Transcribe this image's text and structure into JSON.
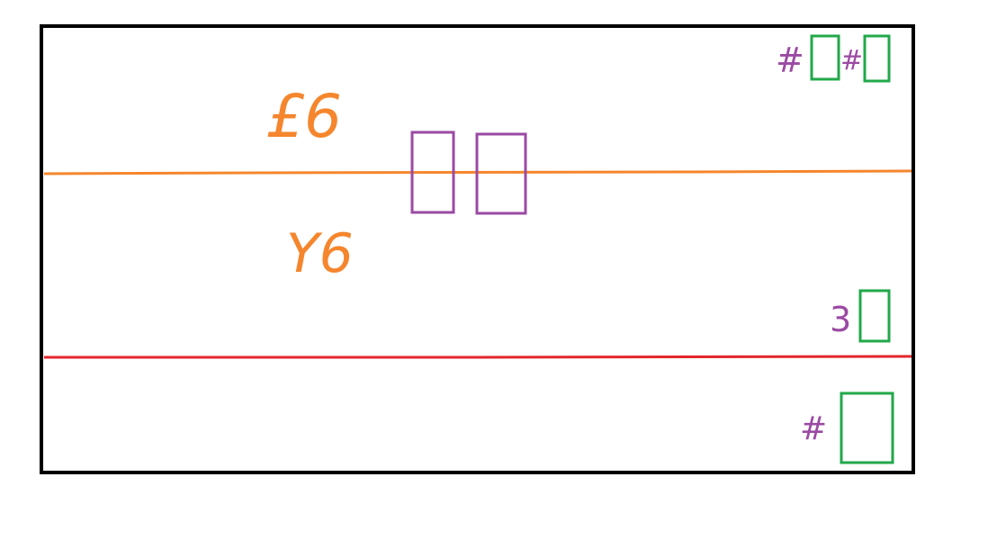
{
  "labels": {
    "top_left_text": "£6",
    "middle_text": "Y6",
    "top_right_hash_1": "#",
    "top_right_hash_2": "#",
    "middle_right_number": "3",
    "bottom_right_hash": "#"
  },
  "colors": {
    "frame": "#000000",
    "orange_line": "#f5862d",
    "red_line": "#e3262b",
    "purple_box": "#9b4aa3",
    "green_box": "#22a84a",
    "purple_text": "#9b4aa3",
    "orange_text": "#f5862d"
  }
}
